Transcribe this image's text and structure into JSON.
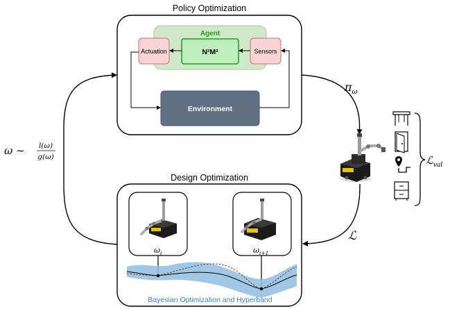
{
  "policy_optimization": {
    "title": "Policy Optimization",
    "agent": "Agent",
    "core": "N²M²",
    "actuation": "Actuation",
    "sensors": "Sensors",
    "environment": "Environment"
  },
  "design_optimization": {
    "title": "Design Optimization",
    "candidate_i": "ω",
    "candidate_i_sub": "i",
    "candidate_next": "ω",
    "candidate_next_sub": "i+1",
    "method": "Bayesian Optimization and Hyperband"
  },
  "math": {
    "pi": "π",
    "pi_sub": "ω",
    "loss": "ℒ",
    "omega_lhs": "ω ∼",
    "numerator": "l(ω)",
    "denominator": "g(ω)",
    "lval": "ℒ",
    "lval_sub": "val"
  },
  "colors": {
    "agent_fill": "#cfe8c9",
    "agent_text": "#1a9b1a",
    "core_fill": "#bfeebd",
    "block_fill": "#f8d4d4",
    "block_stroke": "#d46a6a",
    "environment_fill": "#5f7084",
    "uncertainty": "#8fbde0"
  },
  "icons": [
    "robot-icon",
    "table-icon",
    "door-icon",
    "waypoint-icon",
    "cabinet-icon"
  ]
}
